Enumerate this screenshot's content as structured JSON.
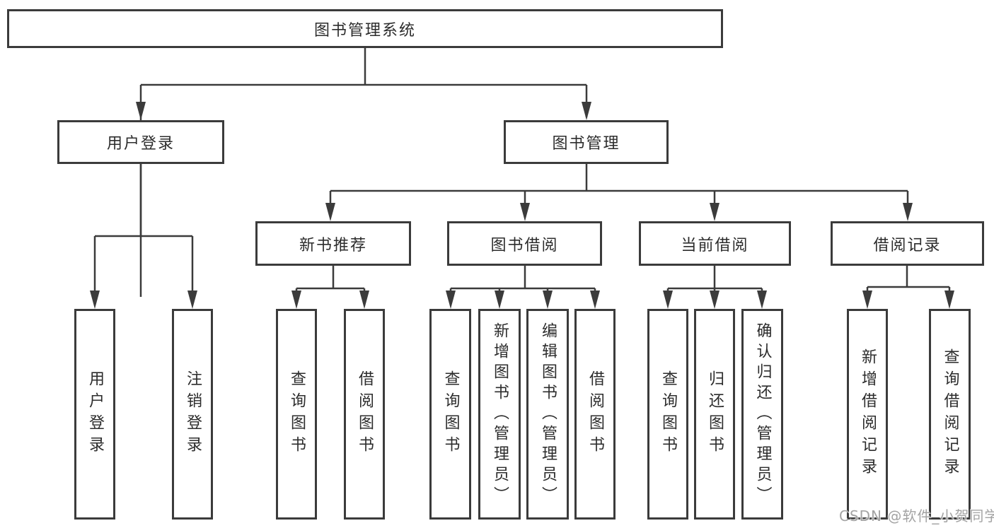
{
  "diagram": {
    "type": "hierarchy-tree",
    "tree": {
      "label": "图书管理系统",
      "children": [
        {
          "label": "用户登录",
          "children": [
            {
              "label": "用户登录"
            },
            {
              "label": "注销登录"
            }
          ]
        },
        {
          "label": "图书管理",
          "children": [
            {
              "label": "新书推荐",
              "children": [
                {
                  "label": "查询图书"
                },
                {
                  "label": "借阅图书"
                }
              ]
            },
            {
              "label": "图书借阅",
              "children": [
                {
                  "label": "查询图书"
                },
                {
                  "label": "新增图书（管理员）"
                },
                {
                  "label": "编辑图书（管理员）"
                },
                {
                  "label": "借阅图书"
                }
              ]
            },
            {
              "label": "当前借阅",
              "children": [
                {
                  "label": "查询图书"
                },
                {
                  "label": "归还图书"
                },
                {
                  "label": "确认归还（管理员）"
                }
              ]
            },
            {
              "label": "借阅记录",
              "children": [
                {
                  "label": "新增借阅记录"
                },
                {
                  "label": "查询借阅记录"
                }
              ]
            }
          ]
        }
      ]
    },
    "colors": {
      "border": "#3b3b3b",
      "line": "#3b3b3b",
      "text": "#2c2c2c",
      "background": "#ffffff",
      "watermark": "#9e9e9e"
    },
    "watermark": "CSDN @软件_小贺同学"
  }
}
